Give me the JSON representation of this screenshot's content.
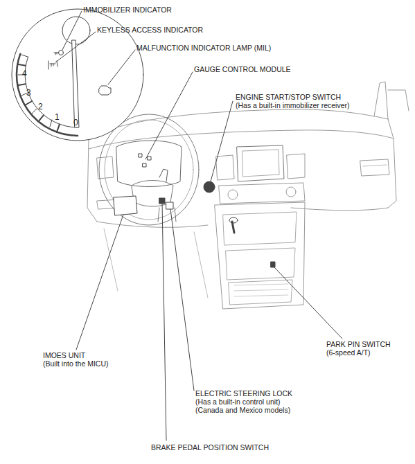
{
  "diagram": {
    "labels": [
      "IMMOBILIZER INDICATOR",
      "KEYLESS ACCESS INDICATOR",
      "MALFUNCTION INDICATOR LAMP (MIL)",
      "GAUGE CONTROL MODULE",
      "ENGINE START/STOP SWITCH",
      "(Has a built-in immobilizer receiver)",
      "4",
      "3",
      "2",
      "1",
      "0",
      "IMOES UNIT",
      "(Built into the MICU)",
      "PARK PIN SWITCH",
      "(6-speed A/T)",
      "ELECTRIC STEERING LOCK",
      "(Has a built-in control unit)",
      "(Canada and Mexico models)",
      "BRAKE PEDAL POSITION SWITCH"
    ]
  }
}
